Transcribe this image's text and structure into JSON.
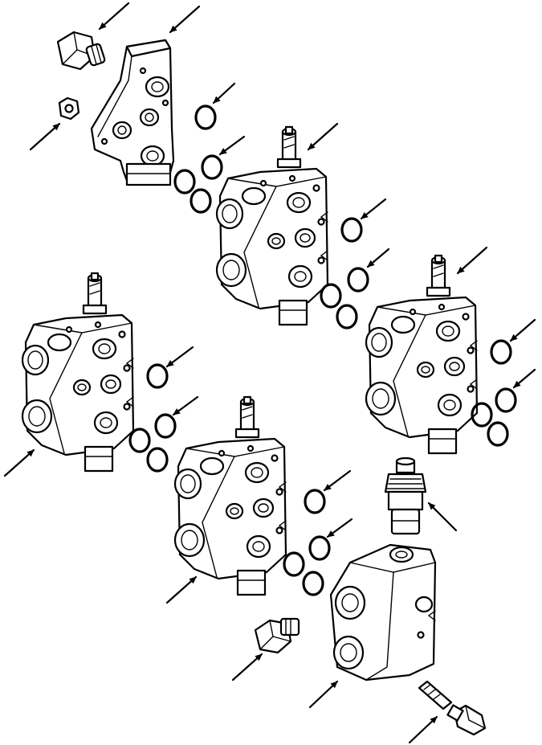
{
  "diagram": {
    "kind": "exploded-parts-view",
    "line_color": "#000000",
    "background": "#ffffff",
    "parts": [
      {
        "id": "plug",
        "icon": "hex-plug-icon"
      },
      {
        "id": "end-cover",
        "icon": "inlet-cover-plate-icon"
      },
      {
        "id": "nut",
        "icon": "hex-nut-icon"
      },
      {
        "id": "spool-section-1",
        "icon": "valve-section-icon"
      },
      {
        "id": "spool-section-2",
        "icon": "valve-section-icon"
      },
      {
        "id": "spool-section-3",
        "icon": "valve-section-icon"
      },
      {
        "id": "spool-section-4",
        "icon": "valve-section-icon"
      },
      {
        "id": "relief-valve",
        "icon": "relief-cartridge-icon"
      },
      {
        "id": "plug-2",
        "icon": "hex-plug-icon"
      },
      {
        "id": "outlet-cover",
        "icon": "outlet-cover-icon"
      },
      {
        "id": "stud",
        "icon": "threaded-stud-icon"
      },
      {
        "id": "nut-2",
        "icon": "hex-nut-icon"
      }
    ]
  }
}
